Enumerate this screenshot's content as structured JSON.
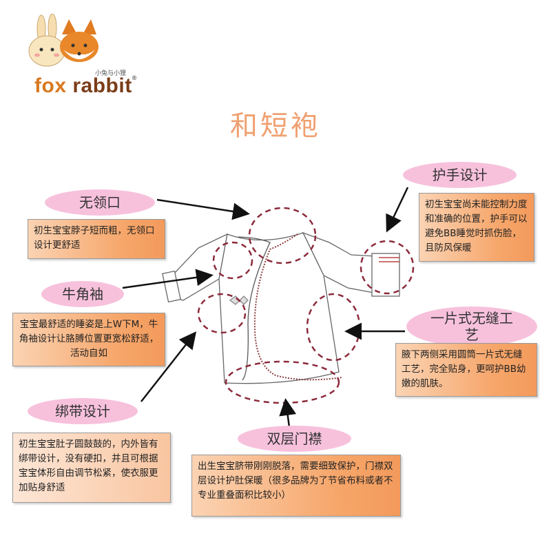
{
  "brand": {
    "name_a": "fox",
    "name_b": "rabbit",
    "registered": "®",
    "subtitle": "小兔与小狸"
  },
  "title": "和短袍",
  "features": [
    {
      "label": "无领口",
      "desc": "初生宝宝脖子短而粗，无领口设计更舒适"
    },
    {
      "label": "牛角袖",
      "desc": "宝宝最舒适的睡姿是上W下M，牛角袖设计让胳膊位置更宽松舒适，活动自如"
    },
    {
      "label": "绑带设计",
      "desc": "初生宝宝肚子圆鼓鼓的，内外皆有绑带设计，没有硬扣，并且可根据宝宝体形自由调节松紧，使衣服更加贴身舒适"
    },
    {
      "label": "护手设计",
      "desc": "初生宝宝尚未能控制力度和准确的位置，护手可以避免BB睡觉时抓伤脸，且防风保暖"
    },
    {
      "label": "一片式无缝工艺",
      "desc": "腋下两侧采用圆筒一片式无缝工艺，完全贴身，更呵护BB幼嫩的肌肤。"
    },
    {
      "label": "双层门襟",
      "desc": "出生宝宝脐带刚刚脱落，需要细致保护，门襟双层设计护肚保暖（很多品牌为了节省布料或者不专业重叠面积比较小）"
    }
  ],
  "colors": {
    "label_bg": "#f7c1dc",
    "title": "#f0a070",
    "circle": "#8b2a3a",
    "logo_orange": "#d9791f"
  }
}
